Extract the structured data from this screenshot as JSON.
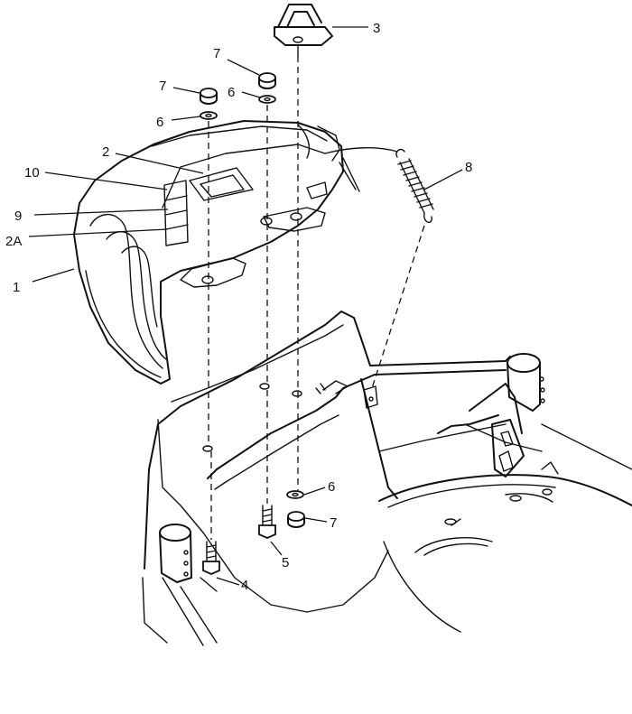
{
  "callouts": {
    "c1": "1",
    "c2": "2",
    "c2a": "2A",
    "c3": "3",
    "c4": "4",
    "c5": "5",
    "c6_upper_left": "6",
    "c6_upper_right": "6",
    "c6_lower": "6",
    "c7_upper_left": "7",
    "c7_upper_right": "7",
    "c7_lower": "7",
    "c8": "8",
    "c9": "9",
    "c10": "10"
  }
}
